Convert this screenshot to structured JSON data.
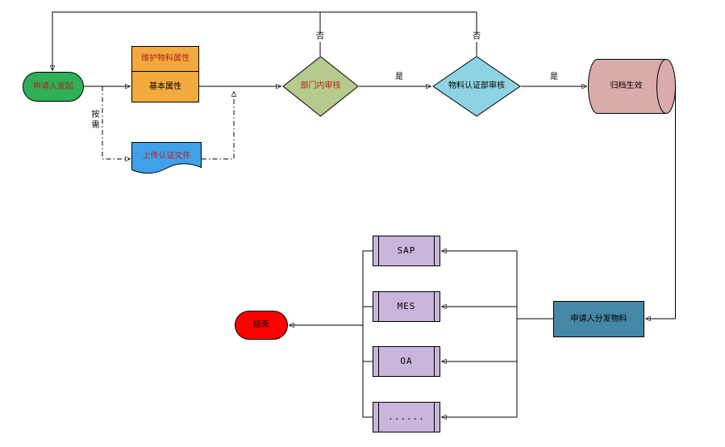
{
  "diagram": {
    "type": "flowchart",
    "nodes": {
      "start": {
        "label": "申请人发起",
        "fill": "#2EB057"
      },
      "maintain": {
        "title": "维护物料属性",
        "subtitle": "基本属性",
        "fill": "#F2A93D"
      },
      "upload": {
        "label": "上传认证文件",
        "fill": "#41A1E8"
      },
      "dept_review": {
        "label": "部门内审核",
        "fill": "#B7CA8D"
      },
      "cert_review": {
        "label": "物料认证部审核",
        "fill": "#8ED3E3"
      },
      "archive": {
        "label": "归档生效",
        "fill": "#D9ABAB"
      },
      "distribute": {
        "label": "申请人分发物料",
        "fill": "#4687A5"
      },
      "systems": [
        {
          "label": "SAP"
        },
        {
          "label": "MES"
        },
        {
          "label": "OA"
        },
        {
          "label": "......"
        }
      ],
      "systems_fill": "#C8B5DB",
      "end": {
        "label": "结束",
        "fill": "#FF0000"
      }
    },
    "edge_labels": {
      "no_dept": "否",
      "no_cert": "否",
      "yes_dept": "是",
      "yes_cert": "是",
      "as_needed": "按需"
    }
  }
}
